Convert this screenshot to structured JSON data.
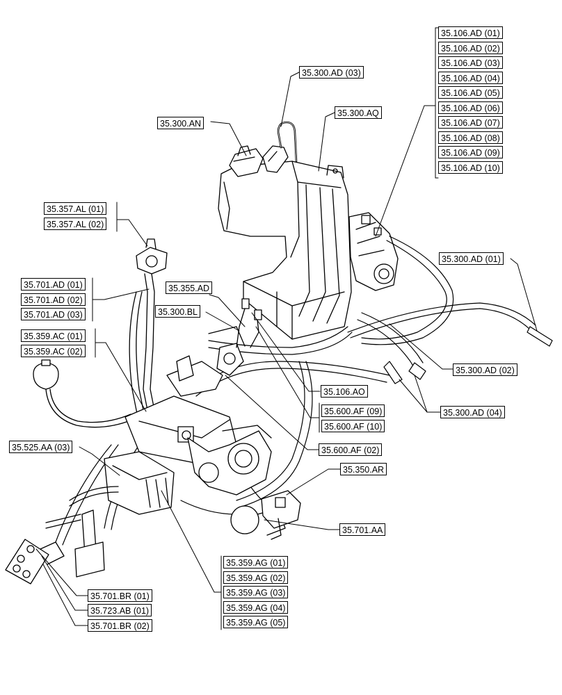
{
  "labels": {
    "l_35_300_ad_03": "35.300.AD (03)",
    "l_35_300_an": "35.300.AN",
    "l_35_300_aq": "35.300.AQ",
    "l_35_106_ad": [
      "35.106.AD (01)",
      "35.106.AD (02)",
      "35.106.AD (03)",
      "35.106.AD (04)",
      "35.106.AD (05)",
      "35.106.AD (06)",
      "35.106.AD (07)",
      "35.106.AD (08)",
      "35.106.AD (09)",
      "35.106.AD (10)"
    ],
    "l_35_357_al": [
      "35.357.AL (01)",
      "35.357.AL (02)"
    ],
    "l_35_300_ad_01": "35.300.AD (01)",
    "l_35_701_ad": [
      "35.701.AD (01)",
      "35.701.AD (02)",
      "35.701.AD (03)"
    ],
    "l_35_355_ad": "35.355.AD",
    "l_35_300_bl": "35.300.BL",
    "l_35_359_ac": [
      "35.359.AC (01)",
      "35.359.AC (02)"
    ],
    "l_35_300_ad_02": "35.300.AD (02)",
    "l_35_106_ao": "35.106.AO",
    "l_35_600_af": [
      "35.600.AF (09)",
      "35.600.AF (10)"
    ],
    "l_35_300_ad_04": "35.300.AD (04)",
    "l_35_525_aa_03": "35.525.AA (03)",
    "l_35_600_af_02": "35.600.AF (02)",
    "l_35_350_ar": "35.350.AR",
    "l_35_701_aa": "35.701.AA",
    "l_35_359_ag": [
      "35.359.AG (01)",
      "35.359.AG (02)",
      "35.359.AG (03)",
      "35.359.AG (04)",
      "35.359.AG (05)"
    ],
    "l_35_701_br_01": "35.701.BR (01)",
    "l_35_723_ab_01": "35.723.AB (01)",
    "l_35_701_br_02": "35.701.BR (02)"
  }
}
